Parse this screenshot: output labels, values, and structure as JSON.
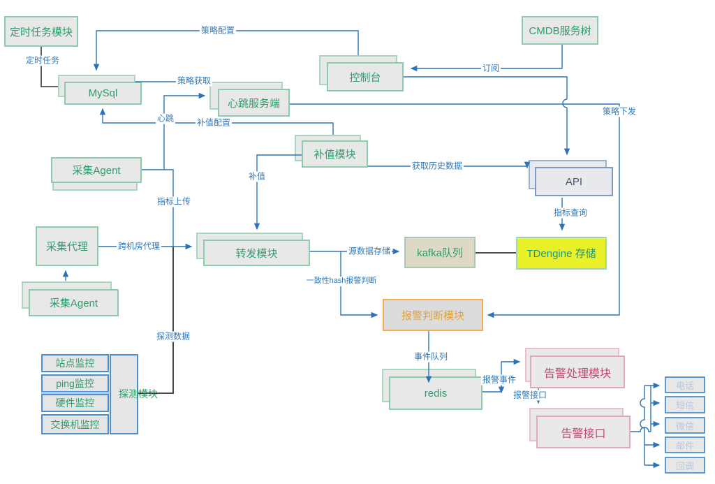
{
  "nodes": {
    "scheduled_task": {
      "label": "定时任务模块"
    },
    "mysql": {
      "label": "MySql"
    },
    "heartbeat_server": {
      "label": "心跳服务端"
    },
    "console": {
      "label": "控制台"
    },
    "cmdb": {
      "label": "CMDB服务树"
    },
    "supplement_module": {
      "label": "补值模块"
    },
    "api": {
      "label": "API"
    },
    "collect_agent_top": {
      "label": "采集Agent"
    },
    "collect_proxy": {
      "label": "采集代理"
    },
    "collect_agent_bottom": {
      "label": "采集Agent"
    },
    "forward_module": {
      "label": "转发模块"
    },
    "kafka_queue": {
      "label": "kafka队列"
    },
    "tdengine": {
      "label": "TDengine 存储"
    },
    "alarm_judge": {
      "label": "报警判断模块"
    },
    "redis": {
      "label": "redis"
    },
    "alert_process": {
      "label": "告警处理模块"
    },
    "alert_interface": {
      "label": "告警接口"
    },
    "phone": {
      "label": "电话"
    },
    "sms": {
      "label": "短信"
    },
    "wechat": {
      "label": "微信"
    },
    "email": {
      "label": "邮件"
    },
    "callback": {
      "label": "回调"
    },
    "site_monitor": {
      "label": "站点监控"
    },
    "ping_monitor": {
      "label": "ping监控"
    },
    "hardware_monitor": {
      "label": "硬件监控"
    },
    "switch_monitor": {
      "label": "交换机监控"
    },
    "probe_module": {
      "label": "探测模块"
    }
  },
  "edge_labels": {
    "scheduled_task": "定时任务",
    "policy_config": "策略配置",
    "policy_get": "策略获取",
    "heartbeat": "心跳",
    "supplement_config": "补值配置",
    "subscribe": "订阅",
    "policy_down": "策略下发",
    "metric_upload": "指标上传",
    "cross_idc_proxy": "跨机房代理",
    "supplement": "补值",
    "get_history": "获取历史数据",
    "metric_query": "指标查询",
    "source_store": "源数据存储",
    "consistent_hash": "一致性hash报警判断",
    "probe_data": "探测数据",
    "event_queue": "事件队列",
    "alarm_event": "报警事件",
    "alarm_interface": "报警接口"
  },
  "colors": {
    "edge_blue": "#2e74b5",
    "label_blue": "#3077b4",
    "dark_line": "#4d4d4d",
    "black_line": "#333333",
    "green_text": "#2e9c6b",
    "green_border": "#8ecbab",
    "gray_fill": "#e8e8e8",
    "kafka_fill": "#ded9c5",
    "tdengine_fill": "#eaf128",
    "tdengine_text": "#16988a",
    "amber_border": "#f2ae4e",
    "amber_text": "#e0a23e",
    "rose_border": "#e2a9bb",
    "rose_text": "#c04a6e",
    "blue_box_border": "#5b9bd5",
    "pale_blue_text": "#b7c7db",
    "api_border": "#8099c0",
    "api_text": "#44546a"
  }
}
